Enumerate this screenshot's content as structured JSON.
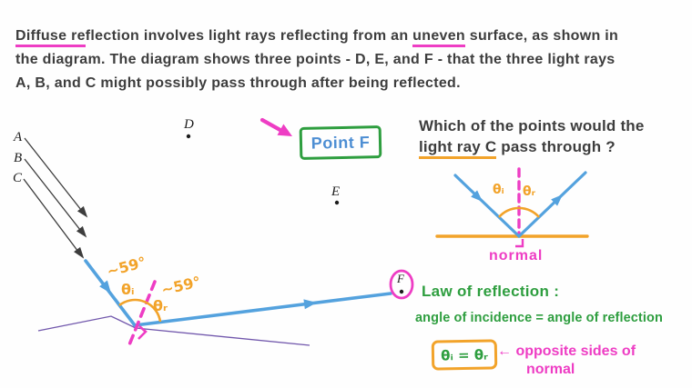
{
  "intro": {
    "seg1": "Diffuse re",
    "seg2": "flection involves light rays reflecting from an ",
    "seg3": "uneven",
    "seg4": " surface, as shown in",
    "line2": "the diagram. The diagram shows three points - D, E, and F - that the three light rays",
    "line3": "A, B, and C might possibly pass through after being reflected."
  },
  "question": {
    "line1": "Which of the points would the",
    "line2_underlined": "light ray C",
    "line2_rest": " pass through ?"
  },
  "answer": {
    "label": "Point F"
  },
  "rays": {
    "a": "A",
    "b": "B",
    "c": "C"
  },
  "points": {
    "d": "D",
    "e": "E",
    "f": "F"
  },
  "angles_main": {
    "approx_incidence": "~59°",
    "theta_i": "θᵢ",
    "approx_reflection": "~59°",
    "theta_r": "θᵣ"
  },
  "mini_diagram": {
    "theta_i": "θᵢ",
    "theta_r": "θᵣ",
    "normal_label": "normal"
  },
  "law": {
    "title": "Law of reflection :",
    "statement": "angle of incidence = angle of reflection",
    "equation": "θᵢ = θᵣ",
    "note_arrow": "←",
    "note_line1": "opposite sides of",
    "note_line2": "normal"
  },
  "colors": {
    "ink": "#3d3d3d",
    "pink": "#ee3dc4",
    "orange": "#f2a32a",
    "green": "#2e9e3f",
    "ray_blue": "#54a2de",
    "label_blue": "#4d8ed3",
    "surface_purple": "#7157ac"
  }
}
